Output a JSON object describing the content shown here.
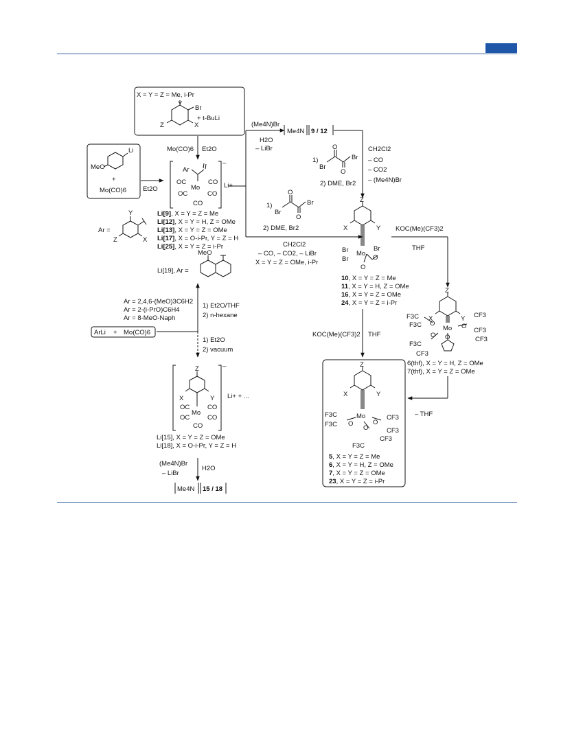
{
  "header": {
    "accent_color": "#1f57a8",
    "rule_color": "#2f5f9a"
  },
  "scheme": {
    "box_top": {
      "line1": "X = Y = Z = Me, i-Pr",
      "reagent": "+ t-BuLi",
      "Y": "Y",
      "Br": "Br",
      "Z": "Z",
      "X": "X"
    },
    "box_left": {
      "Li": "Li",
      "MeO": "MeO",
      "plus": "+",
      "moco": "Mo(CO)6"
    },
    "arrows": {
      "moco6": "Mo(CO)6",
      "et2o_top": "Et2O",
      "et2o_left": "Et2O",
      "me4nbr": "(Me4N)Br",
      "h2o": "H2O",
      "libr": "– LiBr",
      "ch2cl2": "CH2Cl2",
      "co": "– CO",
      "co2": "– CO2",
      "me4nbr_loss": "– (Me4N)Br",
      "step1": "1)",
      "step2": "2) DME, Br2",
      "mid_step1": "1)",
      "mid_step2": "2) DME, Br2",
      "mid_ch2cl2": "CH2Cl2",
      "mid_loss": "– CO, – CO2, – LiBr",
      "mid_xyz": "X = Y = Z = OMe, i-Pr",
      "kocme": "KOC(Me)(CF3)2",
      "thf": "THF",
      "kocme2": "KOC(Me)(CF3)2",
      "thf2": "THF",
      "minus_thf": "– THF",
      "et2o_thf": "1) Et2O/THF",
      "hexane": "2) n-hexane",
      "et2o2": "1) Et2O",
      "vacuum": "2) vacuum",
      "me4nbr2": "(Me4N)Br",
      "libr2": "– LiBr",
      "h2o2": "H2O"
    },
    "salt1": {
      "cation": "Me4N",
      "label": "9 / 12"
    },
    "salt2": {
      "cation": "Me4N",
      "label": "15 / 18"
    },
    "arli_box": {
      "arli": "ArLi",
      "plus": "+",
      "moco": "Mo(CO)6"
    },
    "acyl_complex": {
      "ar": "Ar",
      "oc1": "OC",
      "co1": "CO",
      "oc2": "OC",
      "co2": "CO",
      "co3": "CO",
      "mo": "Mo",
      "charge": "–",
      "li": "Li+"
    },
    "li_list": [
      {
        "cmpd": "Li[9]",
        "text": ", X = Y = Z = Me"
      },
      {
        "cmpd": "Li[12]",
        "text": ", X = Y = H, Z = OMe"
      },
      {
        "cmpd": "Li[13]",
        "text": ", X = Y = Z = OMe"
      },
      {
        "cmpd": "Li[17]",
        "text": ", X = O-i-Pr, Y = Z = H"
      },
      {
        "cmpd": "Li[25]",
        "text": ", X = Y = Z = i-Pr"
      }
    ],
    "ar_def": {
      "label": "Ar =",
      "Y": "Y",
      "Z": "Z",
      "X": "X"
    },
    "li19": {
      "label": "Li[19], Ar =",
      "meo": "MeO"
    },
    "ar_list": [
      "Ar = 2,4,6-(MeO)3C6H2",
      "Ar = 2-(i-PrO)C6H4",
      "Ar = 8-MeO-Naph"
    ],
    "aryl_complex": {
      "Z": "Z",
      "X": "X",
      "Y": "Y",
      "oc1": "OC",
      "co1": "CO",
      "oc2": "OC",
      "co2": "CO",
      "co3": "CO",
      "mo": "Mo",
      "li": "Li+ + ...",
      "charge": "–"
    },
    "li15_list": [
      "Li[15], X = Y = Z = OMe",
      "Li[18], X = O-i-Pr, Y = Z = H"
    ],
    "dme_complex": {
      "Z": "Z",
      "X": "X",
      "Y": "Y",
      "br1": "Br",
      "br2": "Br",
      "br3": "Br",
      "mo": "Mo",
      "o": "O"
    },
    "dme_list": [
      {
        "cmpd": "10",
        "text": ", X = Y = Z = Me"
      },
      {
        "cmpd": "11",
        "text": ", X = Y = H, Z = OMe"
      },
      {
        "cmpd": "16",
        "text": ", X = Y = Z = OMe"
      },
      {
        "cmpd": "24",
        "text": ", X = Y = Z = i-Pr"
      }
    ],
    "thf_complex": {
      "Z": "Z",
      "X": "X",
      "Y": "Y",
      "mo": "Mo",
      "o": "O",
      "f3c": "F3C",
      "cf3": "CF3"
    },
    "thf_list": [
      "6(thf), X = Y = H, Z = OMe",
      "7(thf), X = Y = Z = OMe"
    ],
    "final_complex": {
      "Z": "Z",
      "X": "X",
      "Y": "Y",
      "mo": "Mo",
      "o": "O",
      "f3c": "F3C",
      "cf3": "CF3"
    },
    "final_list": [
      {
        "cmpd": "5",
        "text": ", X = Y = Z = Me"
      },
      {
        "cmpd": "6",
        "text": ", X = Y = H, Z = OMe"
      },
      {
        "cmpd": "7",
        "text": ", X = Y = Z = OMe"
      },
      {
        "cmpd": "23",
        "text": ", X = Y = Z = i-Pr"
      }
    ]
  }
}
